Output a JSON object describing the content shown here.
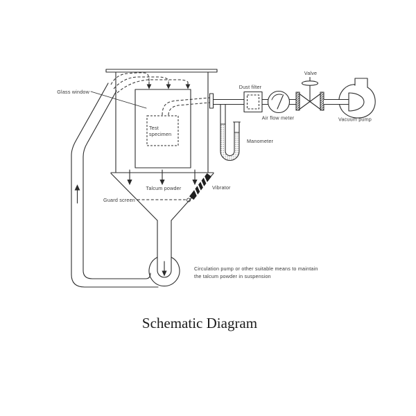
{
  "diagram": {
    "title": "Schematic Diagram",
    "labels": {
      "glass_window": "Glass window",
      "test_specimen_line1": "Test",
      "test_specimen_line2": "specimen",
      "talcum_powder": "Talcum powder",
      "guard_screen": "Guard screen",
      "vibrator": "Vibrator",
      "manometer": "Manometer",
      "dust_filter": "Dust filter",
      "air_flow_meter": "Air flow meter",
      "valve": "Valve",
      "vacuum_pump": "Vacuum pump",
      "circulation_pump_line1": "Circulation pump or other suitable means to maintain",
      "circulation_pump_line2": "the talcum powder in suspension"
    },
    "colors": {
      "line": "#2b2b2b",
      "label_text": "#383838",
      "background": "#ffffff"
    }
  }
}
